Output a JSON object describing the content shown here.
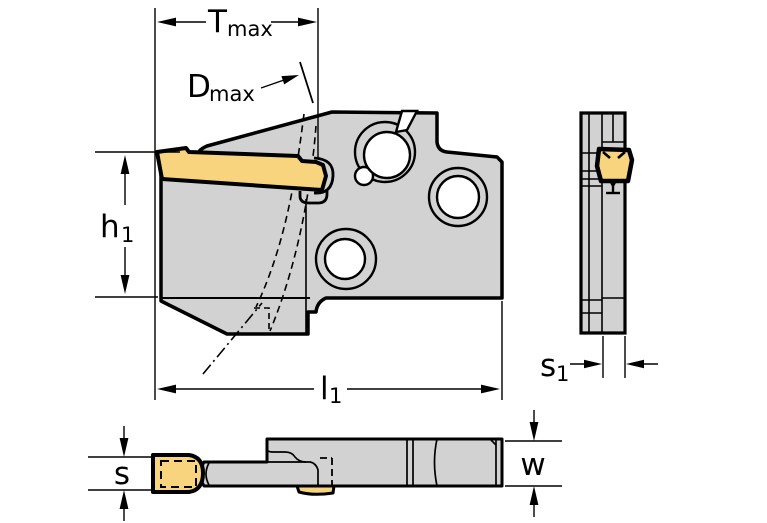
{
  "drawing": {
    "labels": {
      "t_max": {
        "base": "T",
        "sub": "max"
      },
      "d_max": {
        "base": "D",
        "sub": "max"
      },
      "h1": {
        "base": "h",
        "sub": "1"
      },
      "l1": {
        "base": "l",
        "sub": "1"
      },
      "s1": {
        "base": "s",
        "sub": "1"
      },
      "s": {
        "base": "s"
      },
      "w": {
        "base": "w"
      }
    },
    "colors": {
      "insert": "#F8D47E",
      "body": "#D2D2D2",
      "outline": "#000000",
      "background": "#FFFFFF"
    }
  }
}
